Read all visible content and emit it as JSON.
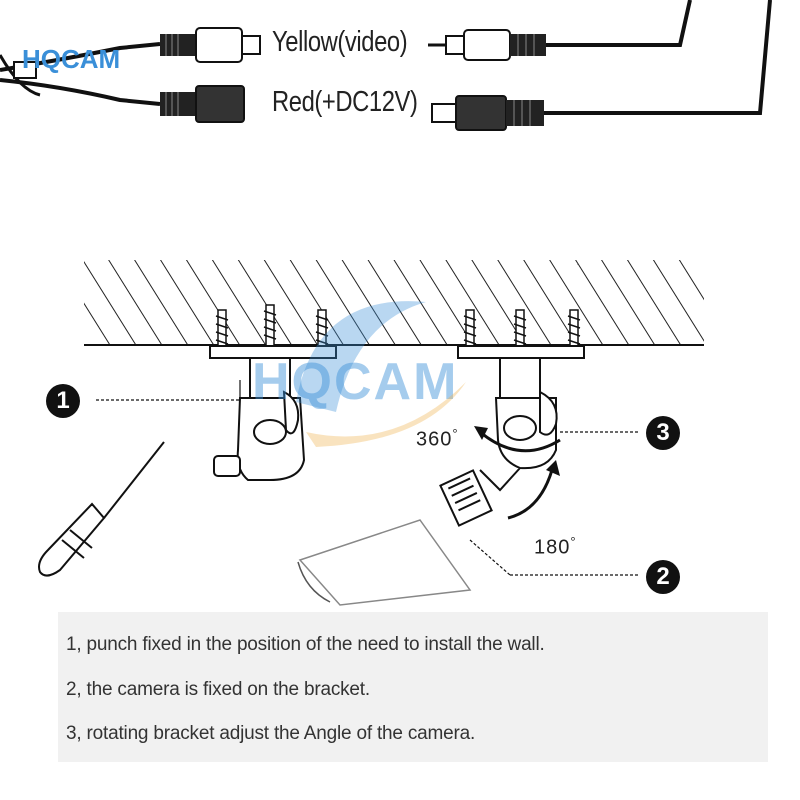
{
  "brand": {
    "watermark_text": "HQCAM",
    "colors": {
      "blue": "#3a8fd8",
      "orange": "#f0b24a"
    }
  },
  "wiring": {
    "yellow_label": "Yellow(video)",
    "red_label": "Red(+DC12V)"
  },
  "diagram": {
    "angle_rotate": "360",
    "angle_tilt": "180",
    "degree_symbol": "°",
    "callouts": [
      "1",
      "2",
      "3"
    ]
  },
  "instructions": [
    "1, punch fixed in the position of the need to install the wall.",
    "2, the camera is fixed on the bracket.",
    "3, rotating bracket adjust the Angle of the camera."
  ]
}
